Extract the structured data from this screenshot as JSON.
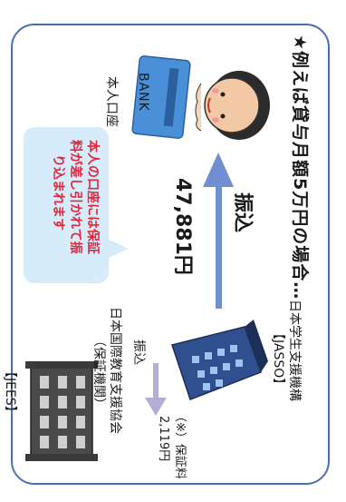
{
  "title": "★例えば貸与月額5万円の場合…",
  "transfer_label": "振込",
  "amount": "47,881円",
  "recipient_label": "本人口座",
  "card_text": "BANK",
  "callout": {
    "line1": "本人の口座には保証",
    "line2": "料が差し引かれて振",
    "line3": "り込まれます"
  },
  "jasso": {
    "name": "日本学生支援機構",
    "abbr": "【JASSO】"
  },
  "fee": {
    "transfer": "振込",
    "label": "（※）保証料",
    "amount": "2,119円"
  },
  "jees": {
    "name_line1": "日本国際教育支援協会",
    "name_line2": "（保証機関）",
    "abbr": "【JEES】"
  },
  "colors": {
    "frame": "#4a6fb0",
    "main_arrow": "#6f8fd0",
    "fee_arrow": "#b4aed6",
    "callout_bg": "#d6ecfb",
    "callout_text": "#e0283c"
  }
}
